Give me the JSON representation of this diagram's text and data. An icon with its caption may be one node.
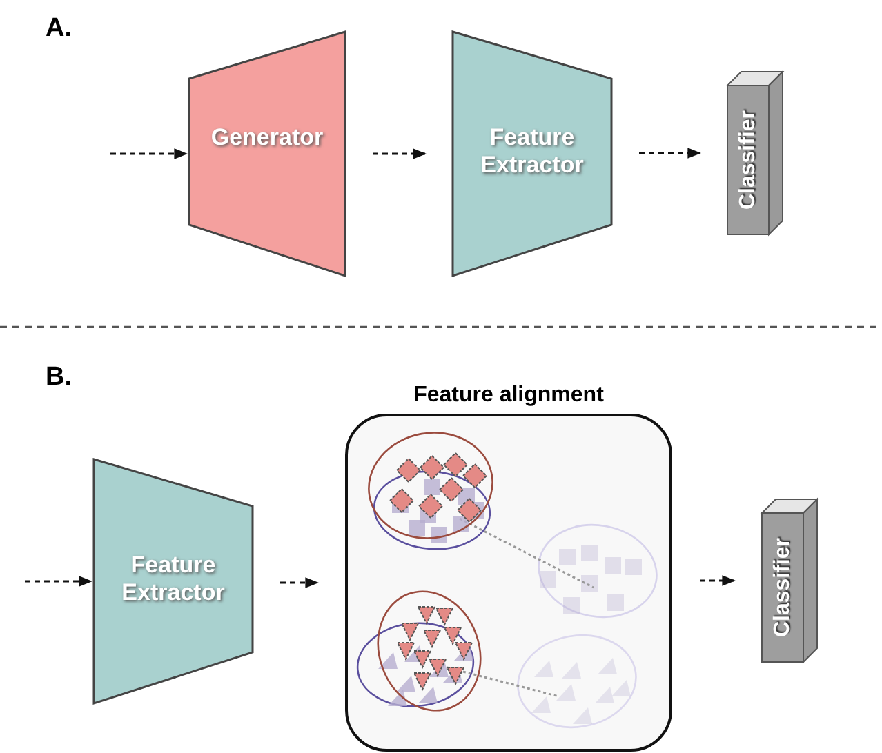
{
  "diagram": {
    "nodes": [
      {
        "text": [
          "Generator"
        ]
      },
      {
        "text": [
          "Feature Extractor"
        ]
      },
      {
        "text": [
          "Classifier"
        ]
      },
      {
        "text": [
          "Feature Extractor"
        ]
      },
      {
        "text": [
          "Feature alignment"
        ]
      },
      {
        "text": [
          "Classifier"
        ]
      }
    ],
    "edges": [
      {
        "from": null,
        "to": 0,
        "arrow": "to"
      },
      {
        "from": 0,
        "to": 1,
        "arrow": "to"
      },
      {
        "from": 1,
        "to": 2,
        "arrow": "to"
      },
      {
        "from": null,
        "to": 3,
        "arrow": "to"
      },
      {
        "from": 3,
        "to": 4,
        "arrow": "to"
      },
      {
        "from": 4,
        "to": 5,
        "arrow": "to"
      }
    ],
    "labels": [
      "A.",
      "B."
    ]
  }
}
